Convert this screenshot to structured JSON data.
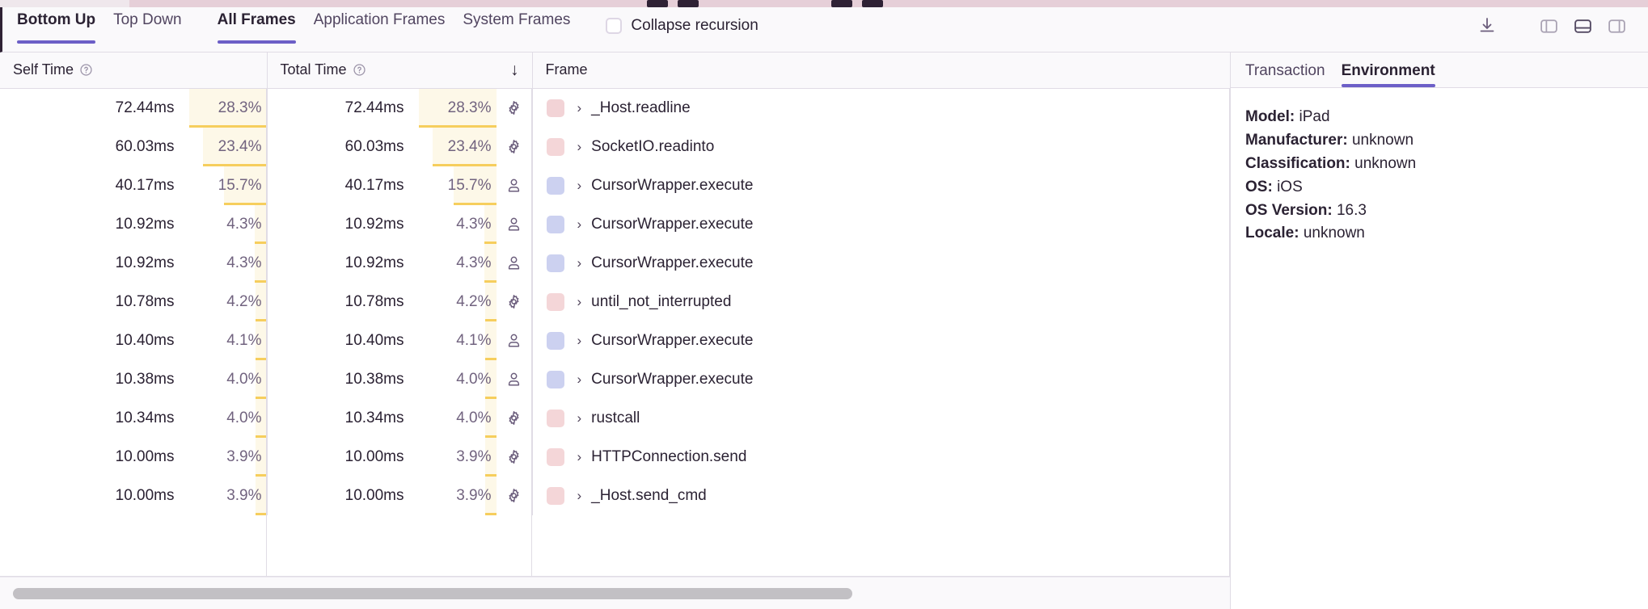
{
  "toolbar": {
    "tabs": [
      {
        "label": "Bottom Up",
        "active": true
      },
      {
        "label": "Top Down",
        "active": false
      },
      {
        "label": "All Frames",
        "active": true
      },
      {
        "label": "Application Frames",
        "active": false
      },
      {
        "label": "System Frames",
        "active": false
      }
    ],
    "collapse_recursion_label": "Collapse recursion",
    "collapse_recursion_checked": false,
    "icons": [
      {
        "name": "download-icon"
      },
      {
        "name": "panel-left-layout-icon",
        "active": false
      },
      {
        "name": "panel-bottom-layout-icon",
        "active": true
      },
      {
        "name": "panel-right-layout-icon",
        "active": false
      }
    ]
  },
  "table": {
    "columns": [
      {
        "key": "self",
        "label": "Self Time",
        "help_icon": "question-circle-icon",
        "sorted": false
      },
      {
        "key": "total",
        "label": "Total Time",
        "help_icon": "question-circle-icon",
        "sorted": true,
        "sort_direction": "desc",
        "sort_glyph": "↓"
      },
      {
        "key": "frame",
        "label": "Frame"
      }
    ],
    "rows": [
      {
        "self_time": "72.44ms",
        "self_pct": "28.3%",
        "self_pct_value": 28.3,
        "total_time": "72.44ms",
        "total_pct": "28.3%",
        "total_pct_value": 28.3,
        "type": "system",
        "type_icon": "gear-icon",
        "swatch": "#f2d3d6",
        "frame": "_Host.readline"
      },
      {
        "self_time": "60.03ms",
        "self_pct": "23.4%",
        "self_pct_value": 23.4,
        "total_time": "60.03ms",
        "total_pct": "23.4%",
        "total_pct_value": 23.4,
        "type": "system",
        "type_icon": "gear-icon",
        "swatch": "#f4d6d8",
        "frame": "SocketIO.readinto"
      },
      {
        "self_time": "40.17ms",
        "self_pct": "15.7%",
        "self_pct_value": 15.7,
        "total_time": "40.17ms",
        "total_pct": "15.7%",
        "total_pct_value": 15.7,
        "type": "application",
        "type_icon": "person-icon",
        "swatch": "#ccd1f0",
        "frame": "CursorWrapper.execute"
      },
      {
        "self_time": "10.92ms",
        "self_pct": "4.3%",
        "self_pct_value": 4.3,
        "total_time": "10.92ms",
        "total_pct": "4.3%",
        "total_pct_value": 4.3,
        "type": "application",
        "type_icon": "person-icon",
        "swatch": "#ccd1f0",
        "frame": "CursorWrapper.execute"
      },
      {
        "self_time": "10.92ms",
        "self_pct": "4.3%",
        "self_pct_value": 4.3,
        "total_time": "10.92ms",
        "total_pct": "4.3%",
        "total_pct_value": 4.3,
        "type": "application",
        "type_icon": "person-icon",
        "swatch": "#ccd1f0",
        "frame": "CursorWrapper.execute"
      },
      {
        "self_time": "10.78ms",
        "self_pct": "4.2%",
        "self_pct_value": 4.2,
        "total_time": "10.78ms",
        "total_pct": "4.2%",
        "total_pct_value": 4.2,
        "type": "system",
        "type_icon": "gear-icon",
        "swatch": "#f4d6d8",
        "frame": "until_not_interrupted"
      },
      {
        "self_time": "10.40ms",
        "self_pct": "4.1%",
        "self_pct_value": 4.1,
        "total_time": "10.40ms",
        "total_pct": "4.1%",
        "total_pct_value": 4.1,
        "type": "application",
        "type_icon": "person-icon",
        "swatch": "#ccd1f0",
        "frame": "CursorWrapper.execute"
      },
      {
        "self_time": "10.38ms",
        "self_pct": "4.0%",
        "self_pct_value": 4.0,
        "total_time": "10.38ms",
        "total_pct": "4.0%",
        "total_pct_value": 4.0,
        "type": "application",
        "type_icon": "person-icon",
        "swatch": "#ccd1f0",
        "frame": "CursorWrapper.execute"
      },
      {
        "self_time": "10.34ms",
        "self_pct": "4.0%",
        "self_pct_value": 4.0,
        "total_time": "10.34ms",
        "total_pct": "4.0%",
        "total_pct_value": 4.0,
        "type": "system",
        "type_icon": "gear-icon",
        "swatch": "#f4d6d8",
        "frame": "rustcall"
      },
      {
        "self_time": "10.00ms",
        "self_pct": "3.9%",
        "self_pct_value": 3.9,
        "total_time": "10.00ms",
        "total_pct": "3.9%",
        "total_pct_value": 3.9,
        "type": "system",
        "type_icon": "gear-icon",
        "swatch": "#f4d6d8",
        "frame": "HTTPConnection.send"
      },
      {
        "self_time": "10.00ms",
        "self_pct": "3.9%",
        "self_pct_value": 3.9,
        "total_time": "10.00ms",
        "total_pct": "3.9%",
        "total_pct_value": 3.9,
        "type": "system",
        "type_icon": "gear-icon",
        "swatch": "#f4d6d8",
        "frame": "_Host.send_cmd"
      }
    ],
    "expander_glyph": "›"
  },
  "scrollbar": {
    "thumb_start_pct": 0.5,
    "thumb_width_pct": 69.0
  },
  "detail_panel": {
    "tabs": [
      {
        "label": "Transaction",
        "active": false
      },
      {
        "label": "Environment",
        "active": true
      }
    ],
    "environment": [
      {
        "key": "Model:",
        "value": "iPad"
      },
      {
        "key": "Manufacturer:",
        "value": "unknown"
      },
      {
        "key": "Classification:",
        "value": "unknown"
      },
      {
        "key": "OS:",
        "value": "iOS"
      },
      {
        "key": "OS Version:",
        "value": "16.3"
      },
      {
        "key": "Locale:",
        "value": "unknown"
      }
    ]
  },
  "colors": {
    "accent": "#6c5fc7",
    "bar_fill": "#fdf8e8",
    "bar_line": "#f2b712",
    "system_frame": "#f4d6d8",
    "application_frame": "#ccd1f0",
    "panel_bg": "#faf9fb",
    "border": "#e0dce5"
  }
}
